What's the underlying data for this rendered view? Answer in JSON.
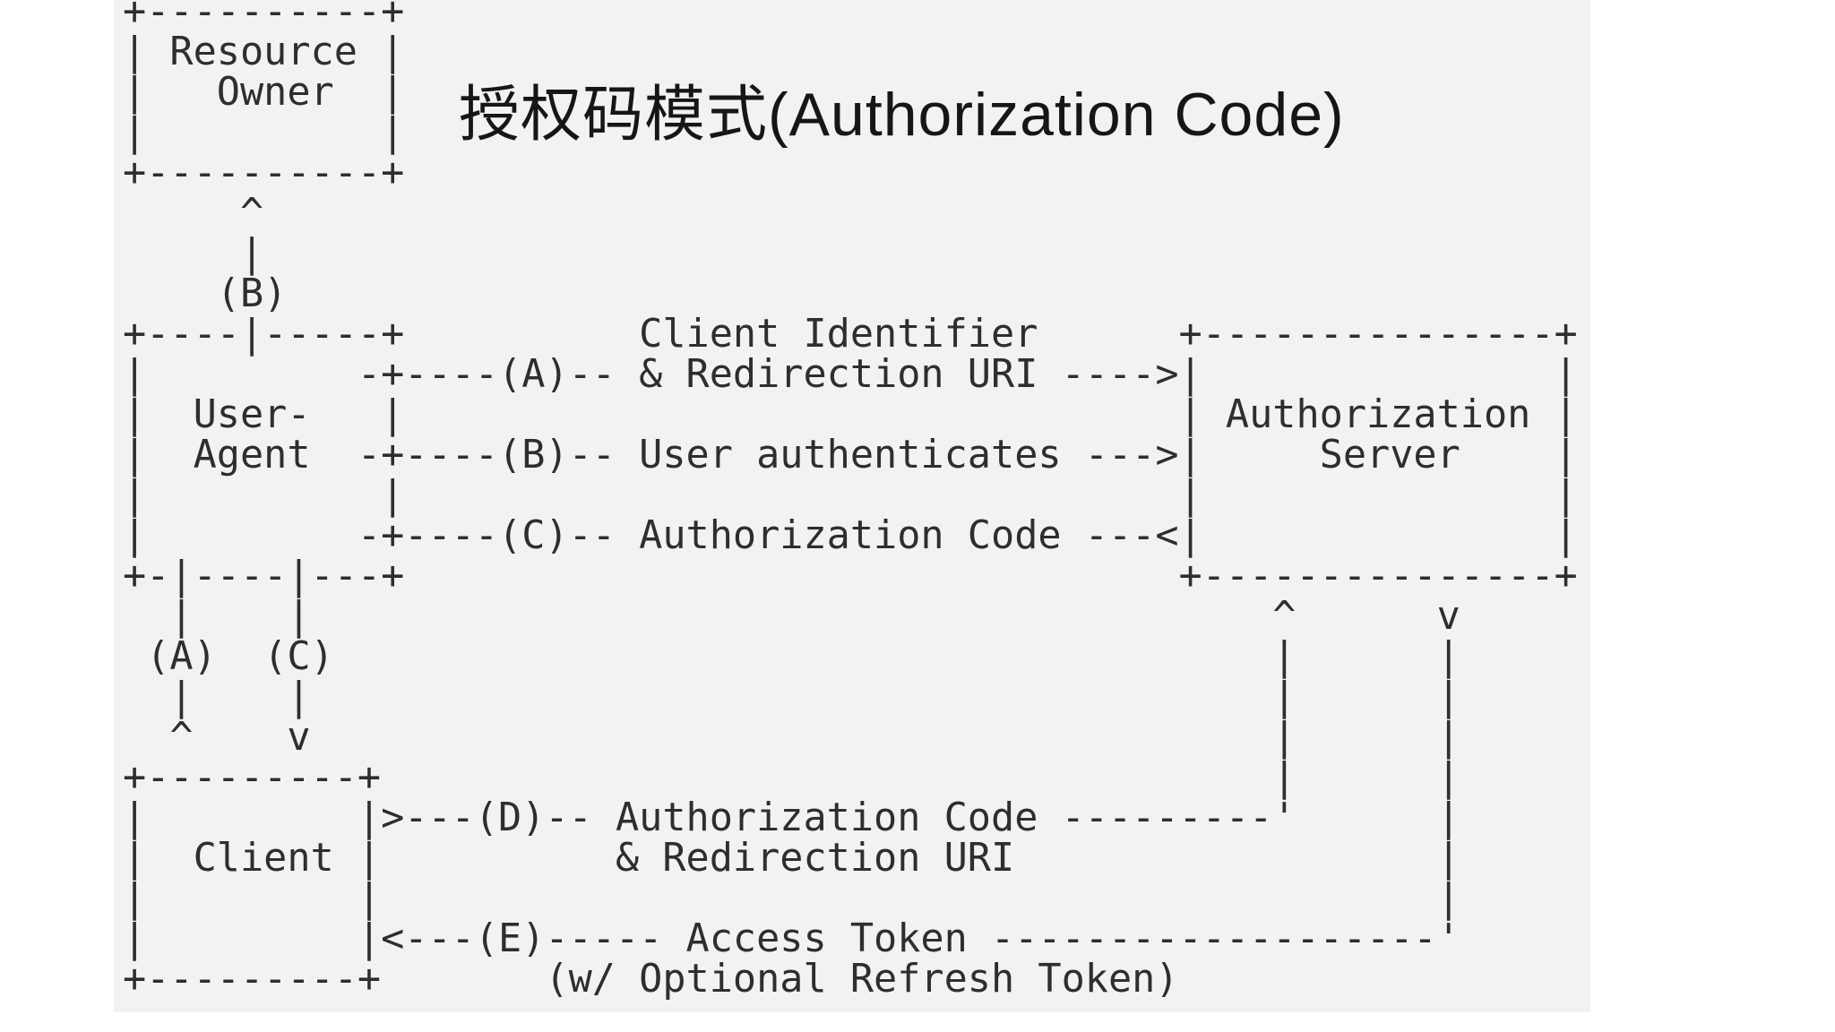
{
  "title": "授权码模式(Authorization Code)",
  "diagram": {
    "ascii_lines": [
      "+----------+",
      "| Resource |",
      "|   Owner  |",
      "|          |",
      "+----------+",
      "     ^",
      "     |",
      "    (B)",
      "+----|-----+          Client Identifier      +---------------+",
      "|         -+----(A)-- & Redirection URI ---->|               |",
      "|  User-   |                                 | Authorization |",
      "|  Agent  -+----(B)-- User authenticates --->|     Server    |",
      "|          |                                 |               |",
      "|         -+----(C)-- Authorization Code ---<|               |",
      "+-|----|---+                                 +---------------+",
      "  |    |                                         ^      v",
      " (A)  (C)                                        |      |",
      "  |    |                                         |      |",
      "  ^    v                                         |      |",
      "+---------+                                      |      |",
      "|         |>---(D)-- Authorization Code ---------'      |",
      "|  Client |          & Redirection URI                  |",
      "|         |                                             |",
      "|         |<---(E)----- Access Token -------------------'",
      "+---------+       (w/ Optional Refresh Token)"
    ],
    "boxes": [
      "Resource Owner",
      "User-Agent",
      "Authorization Server",
      "Client"
    ],
    "steps": [
      {
        "label": "(A)",
        "text": "Client Identifier & Redirection URI"
      },
      {
        "label": "(B)",
        "text": "User authenticates"
      },
      {
        "label": "(C)",
        "text": "Authorization Code"
      },
      {
        "label": "(D)",
        "text": "Authorization Code & Redirection URI"
      },
      {
        "label": "(E)",
        "text": "Access Token (w/ Optional Refresh Token)"
      }
    ]
  },
  "colors": {
    "canvas": "#ffffff",
    "slide_background": "#f3f2f2",
    "diagram_text": "#2e2e2e",
    "title_text": "#161616"
  }
}
